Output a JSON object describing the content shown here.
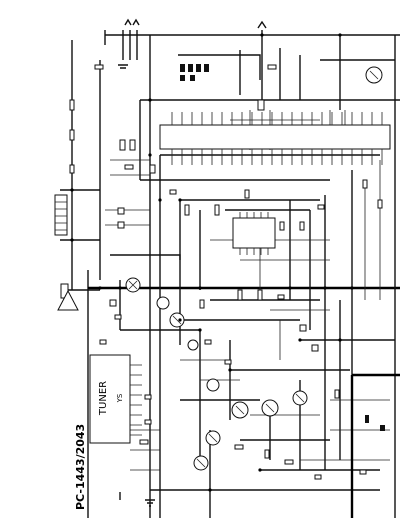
{
  "diagram": {
    "model_label": "PC-1443/2043",
    "tuner_label": "TUNER",
    "tuner_id": "YS"
  }
}
